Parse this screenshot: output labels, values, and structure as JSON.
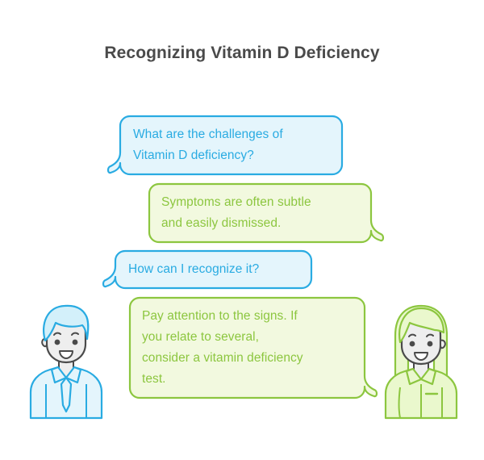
{
  "page": {
    "title": "Recognizing Vitamin D Deficiency",
    "background_color": "#ffffff"
  },
  "colors": {
    "title_text": "#4a4a4a",
    "blue_stroke": "#29abe2",
    "blue_fill": "#e4f5fc",
    "blue_text": "#29abe2",
    "green_stroke": "#8cc63f",
    "green_fill": "#f2f9df",
    "green_text": "#8cc63f",
    "face_fill": "#eeeeee",
    "face_stroke": "#4a4a4a"
  },
  "conversation": {
    "messages": [
      {
        "id": "message-1",
        "speaker": "left-person",
        "side": "left",
        "tail": "left",
        "theme": "blue",
        "text": "What are the challenges of\nVitamin D deficiency?"
      },
      {
        "id": "message-2",
        "speaker": "right-person",
        "side": "right",
        "tail": "right",
        "theme": "green",
        "text": "Symptoms are often subtle\nand easily dismissed."
      },
      {
        "id": "message-3",
        "speaker": "left-person",
        "side": "left",
        "tail": "left",
        "theme": "blue",
        "text": "How can I recognize it?"
      },
      {
        "id": "message-4",
        "speaker": "right-person",
        "side": "right",
        "tail": "right",
        "theme": "green",
        "text": "Pay attention to the signs. If\nyou relate to several,\nconsider a vitamin deficiency\ntest."
      }
    ]
  },
  "avatars": {
    "left": {
      "name": "male-avatar",
      "theme": "blue",
      "features": [
        "short-hair",
        "collared-shirt",
        "necktie",
        "smile"
      ]
    },
    "right": {
      "name": "female-avatar",
      "theme": "green",
      "features": [
        "long-hair",
        "collared-shirt",
        "smile"
      ]
    }
  }
}
